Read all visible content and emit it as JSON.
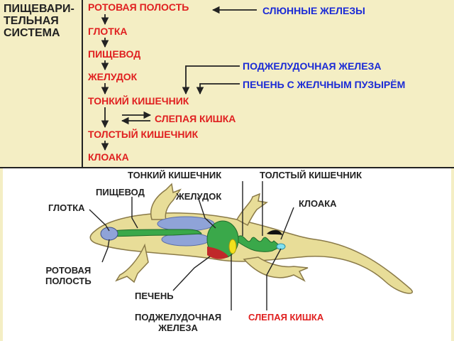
{
  "system_title": "ПИЩЕВАРИ-\nТЕЛЬНАЯ\nСИСТЕМА",
  "chain": [
    "РОТОВАЯ ПОЛОСТЬ",
    "ГЛОТКА",
    "ПИЩЕВОД",
    "ЖЕЛУДОК",
    "ТОНКИЙ КИШЕЧНИК",
    "ТОЛСТЫЙ КИШЕЧНИК",
    "КЛОАКА"
  ],
  "side": {
    "salivary": "СЛЮННЫЕ ЖЕЛЕЗЫ",
    "pancreas": "ПОДЖЕЛУДОЧНАЯ ЖЕЛЕЗА",
    "liver": "ПЕЧЕНЬ С ЖЕЛЧНЫМ ПУЗЫРЁМ",
    "cecum": "СЛЕПАЯ КИШКА"
  },
  "anatomy": {
    "small_intestine": "ТОНКИЙ КИШЕЧНИК",
    "large_intestine": "ТОЛСТЫЙ КИШЕЧНИК",
    "esophagus": "ПИЩЕВОД",
    "stomach": "ЖЕЛУДОК",
    "cloaca": "КЛОАКА",
    "pharynx": "ГЛОТКА",
    "mouth": "РОТОВАЯ\nПОЛОСТЬ",
    "liver": "ПЕЧЕНЬ",
    "pancreas": "ПОДЖЕЛУДОЧНАЯ\nЖЕЛЕЗА",
    "cecum": "СЛЕПАЯ КИШКА"
  },
  "colors": {
    "background": "#f4eec4",
    "red_text": "#e02020",
    "blue_text": "#1a2ad6",
    "lizard_body": "#e8dd98",
    "gut_green": "#3aa84a",
    "lung_blue": "#8fa3d8",
    "liver_red": "#c0282a",
    "pancreas_yellow": "#f2e11c",
    "cecum_cyan": "#7fe0f0"
  }
}
